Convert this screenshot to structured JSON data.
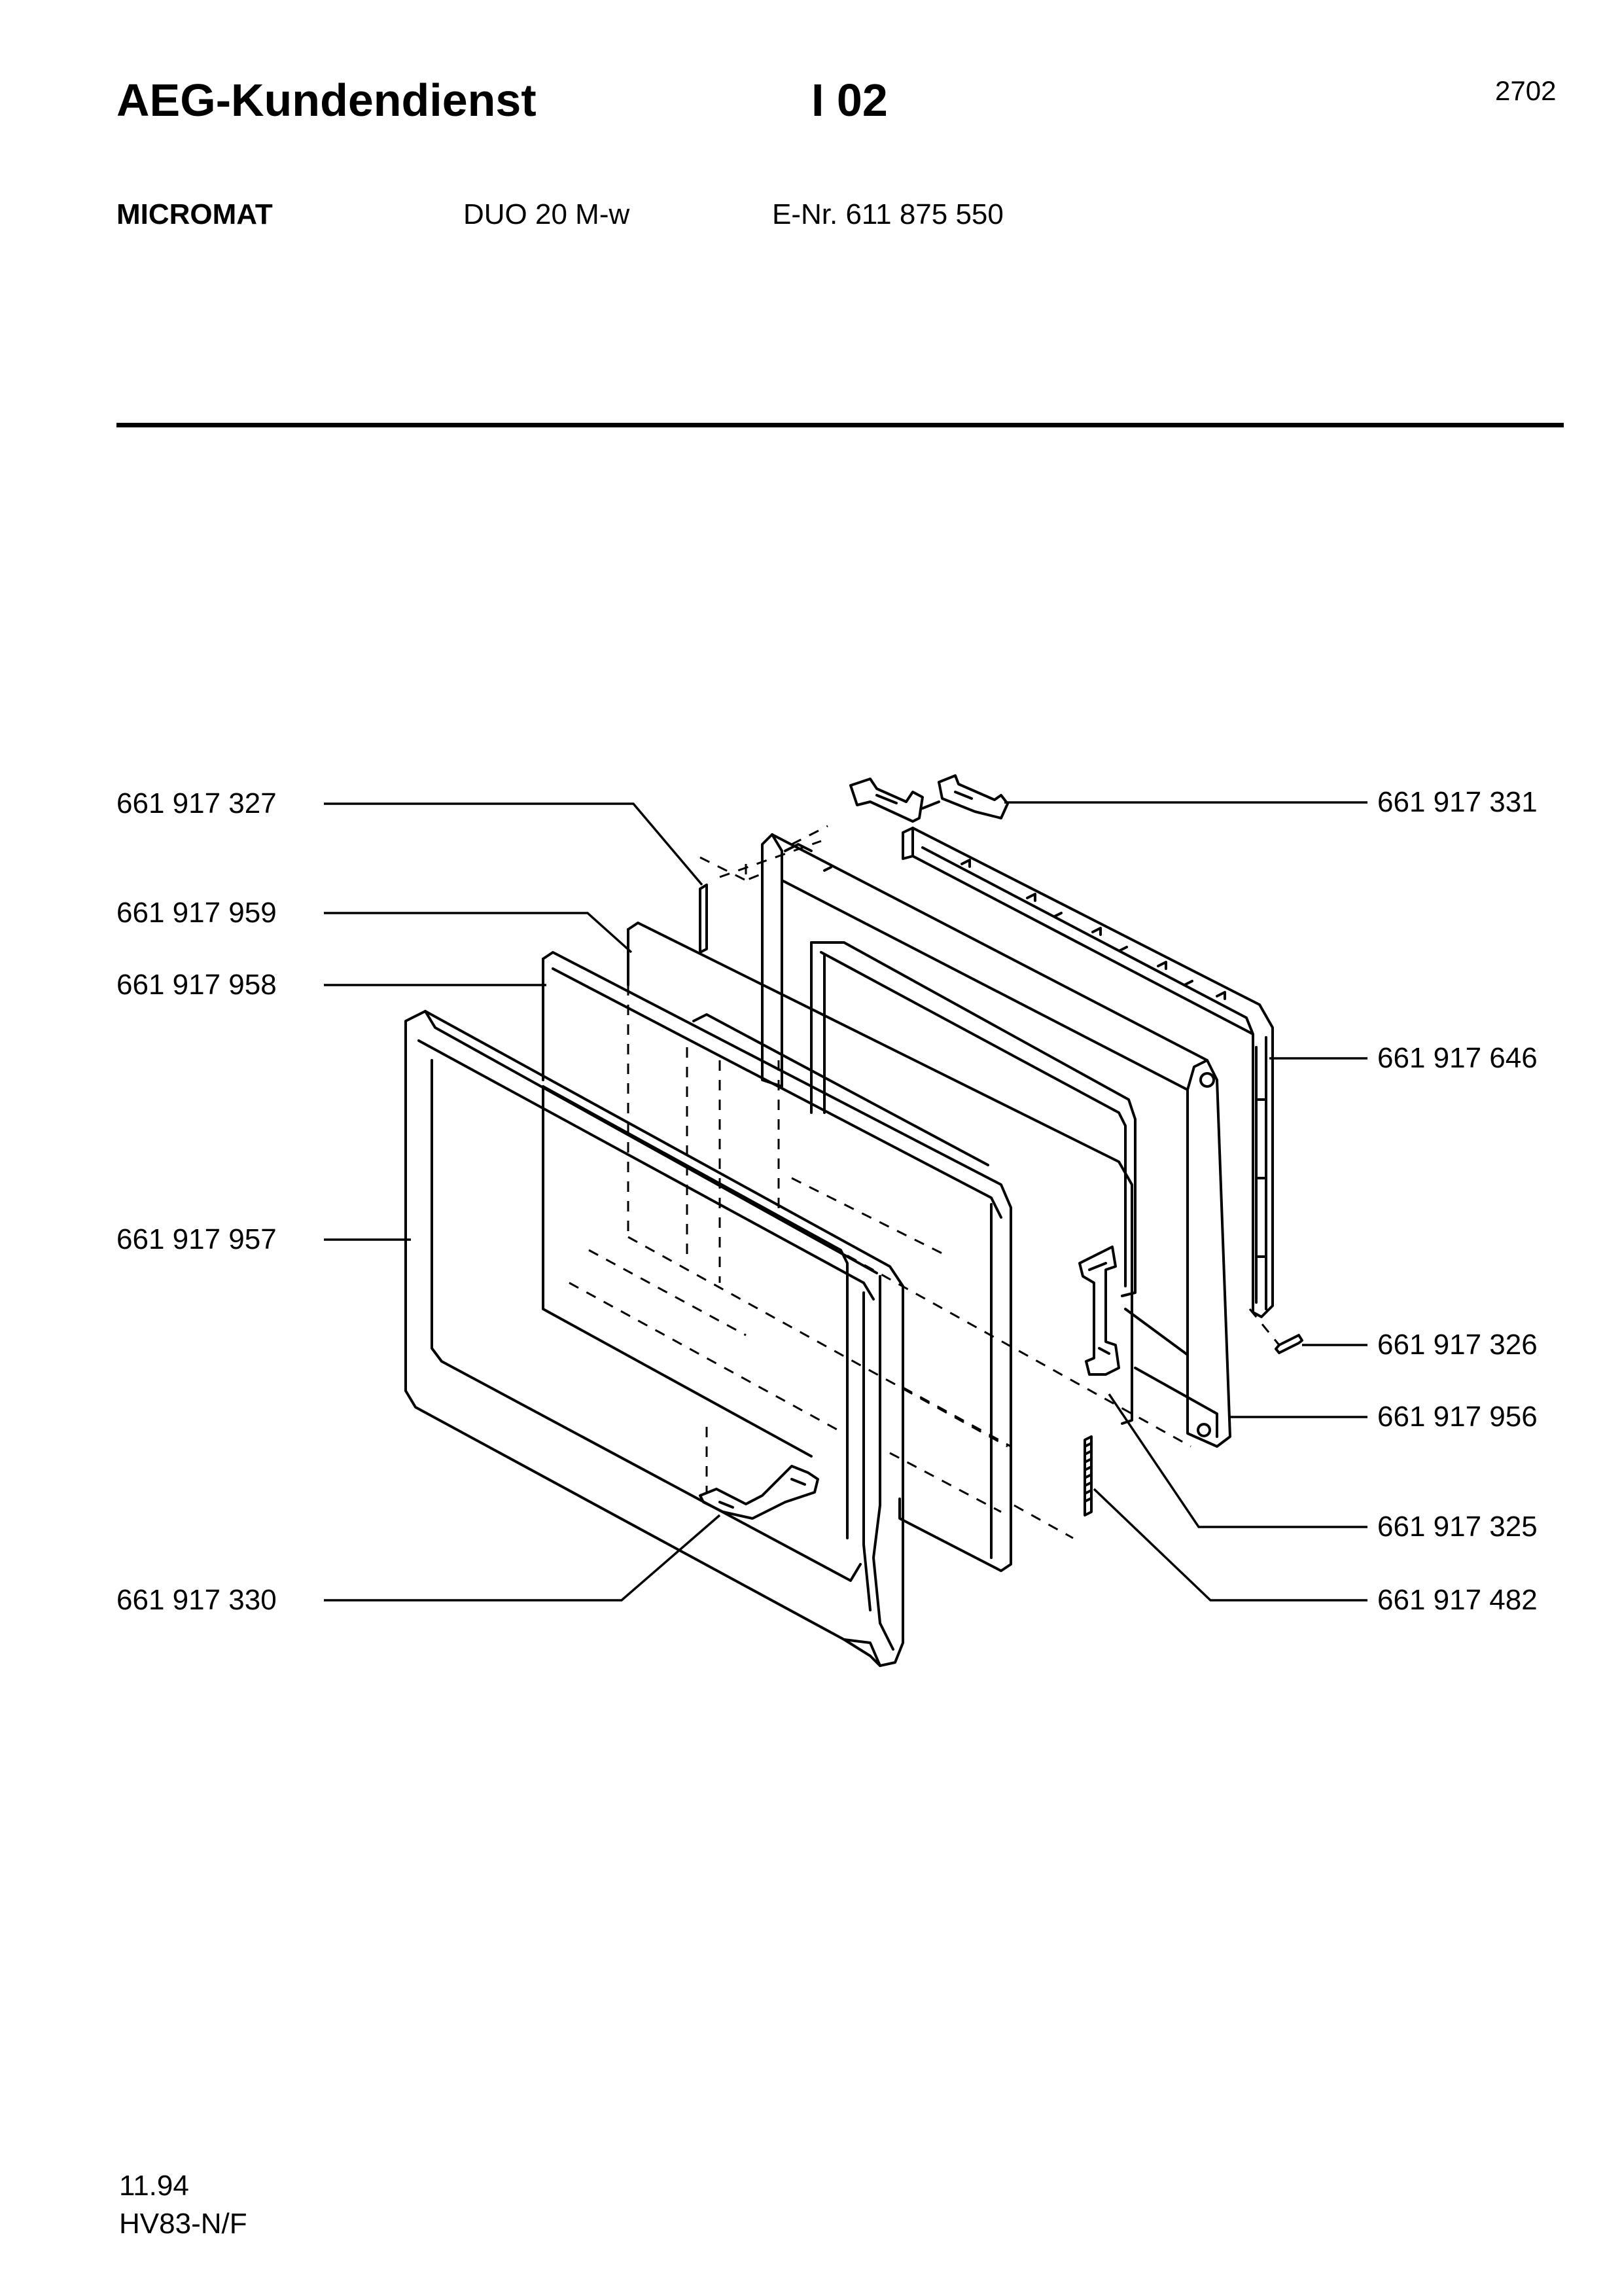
{
  "header": {
    "brand": "AEG-Kundendienst",
    "section": "I 02",
    "page_number": "2702"
  },
  "product": {
    "model": "MICROMAT",
    "variant": "DUO 20 M-w",
    "e_nr": "E-Nr. 611 875 550"
  },
  "parts": {
    "left": [
      "661 917 327",
      "661 917 959",
      "661 917 958",
      "661 917 957",
      "661 917 330"
    ],
    "right": [
      "661 917 331",
      "661 917 646",
      "661 917 326",
      "661 917 956",
      "661 917 325",
      "661 917 482"
    ]
  },
  "footer": {
    "date": "11.94",
    "code": "HV83-N/F"
  }
}
